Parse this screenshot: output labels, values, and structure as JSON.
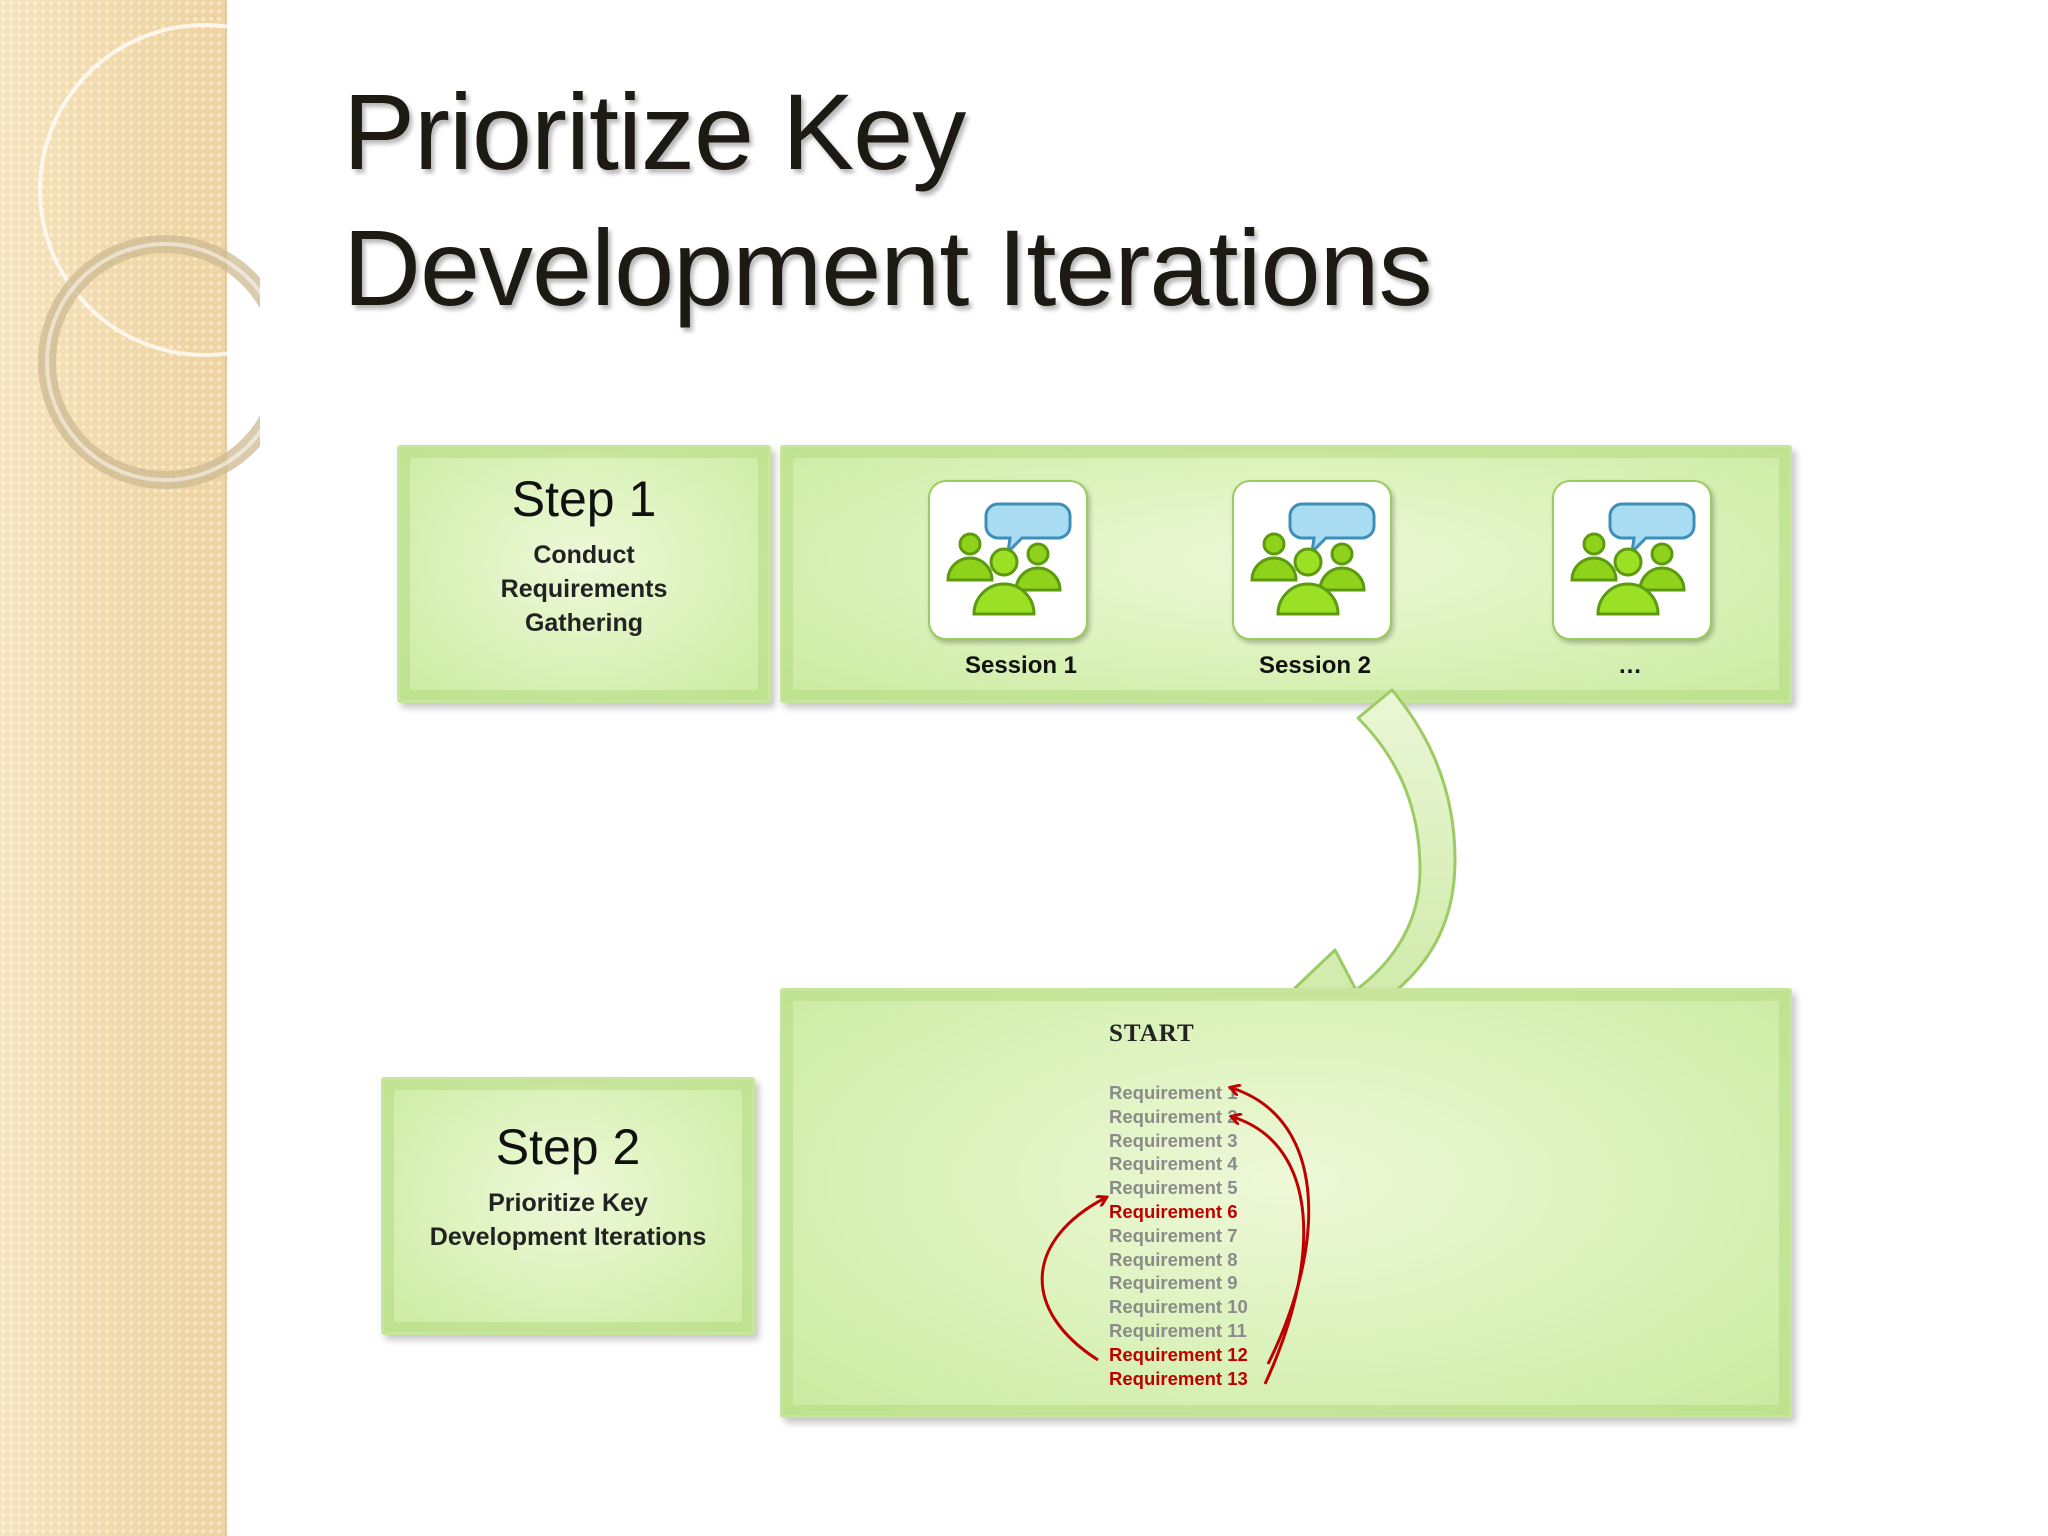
{
  "slide": {
    "title_line1": "Prioritize Key",
    "title_line2": "Development Iterations"
  },
  "step1": {
    "title": "Step 1",
    "subtitle_lines": [
      "Conduct",
      "Requirements",
      "Gathering"
    ]
  },
  "sessions": [
    {
      "label": "Session 1",
      "icon": "people-chat-icon"
    },
    {
      "label": "Session 2",
      "icon": "people-chat-icon"
    },
    {
      "label": "…",
      "icon": "people-chat-icon"
    }
  ],
  "step2": {
    "title": "Step 2",
    "subtitle_lines": [
      "Prioritize Key",
      "Development Iterations"
    ]
  },
  "backlog": {
    "start_label": "START",
    "requirements": [
      {
        "label": "Requirement 1",
        "highlighted": false
      },
      {
        "label": "Requirement 2",
        "highlighted": false
      },
      {
        "label": "Requirement 3",
        "highlighted": false
      },
      {
        "label": "Requirement 4",
        "highlighted": false
      },
      {
        "label": "Requirement 5",
        "highlighted": false
      },
      {
        "label": "Requirement 6",
        "highlighted": true
      },
      {
        "label": "Requirement 7",
        "highlighted": false
      },
      {
        "label": "Requirement 8",
        "highlighted": false
      },
      {
        "label": "Requirement 9",
        "highlighted": false
      },
      {
        "label": "Requirement 10",
        "highlighted": false
      },
      {
        "label": "Requirement 11",
        "highlighted": false
      },
      {
        "label": "Requirement 12",
        "highlighted": true
      },
      {
        "label": "Requirement 13",
        "highlighted": true
      }
    ]
  },
  "colors": {
    "box_fill": "#def3bf",
    "box_border": "#c7e59c",
    "icon_green": "#8fd21c",
    "bubble_blue": "#7fc8ea",
    "highlight_red": "#c00000",
    "muted_text": "#8b8b8b"
  }
}
